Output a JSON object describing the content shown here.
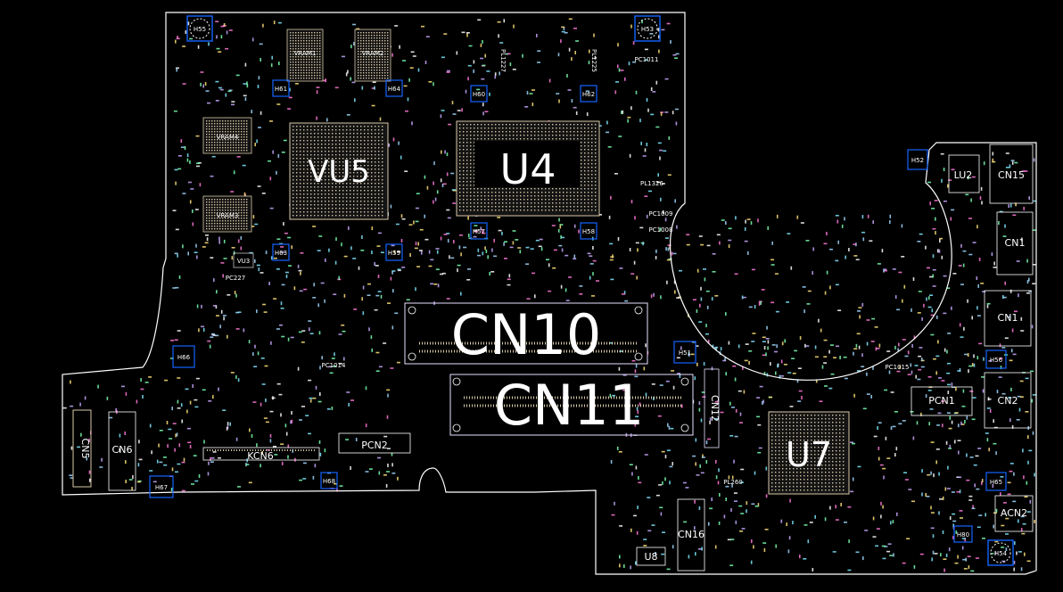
{
  "colors": {
    "background": "#000000",
    "outline": "#ffffff",
    "hole_fill": "#1565ff",
    "chip_pin": "#d8c8a8",
    "component_palette": [
      "#ff7ad9",
      "#7fe7ff",
      "#ffe27a",
      "#ffffff",
      "#9fd7ff",
      "#c8a8ff",
      "#7affb0"
    ]
  },
  "chips": {
    "vu5": "VU5",
    "u4": "U4",
    "u7": "U7",
    "u8": "U8",
    "lu2": "LU2",
    "vram1": "VRAM1",
    "vram2": "VRAM2",
    "vram3": "VRAM3",
    "vram4": "VRAM4",
    "vu3": "VU3"
  },
  "connectors": {
    "cn10": "CN10",
    "cn11": "CN11",
    "cn12": "CN12",
    "cn15": "CN15",
    "cn1_upper": "CN1",
    "cn1_lower": "CN1",
    "cn2": "CN2",
    "cn5": "CN5",
    "cn6": "CN6",
    "cn16": "CN16",
    "pcn1": "PCN1",
    "pcn2": "PCN2",
    "kcn6": "KCN6",
    "acn2": "ACN2"
  },
  "holes": {
    "h55": "H55",
    "h53": "H53",
    "h61": "H61",
    "h64": "H64",
    "h60": "H60",
    "h62": "H62",
    "h57": "H57",
    "h58": "H58",
    "h59": "H59",
    "h66": "H66",
    "h51": "H51",
    "h54": "H54",
    "h63": "H63",
    "h67": "H67",
    "h65": "H65",
    "h80": "H80",
    "h56": "H56",
    "h52": "H52",
    "h68": "H68"
  },
  "small_labels": {
    "pl1326": "PL1326",
    "pc1011": "PC1011",
    "pc1009": "PC1009",
    "pc1008": "PC1008",
    "pc1015": "PC1015",
    "pl260": "PL260",
    "pc1014": "PC1014",
    "pc227": "PC227",
    "pl1227": "PL1227",
    "pl1225": "PL1225"
  }
}
